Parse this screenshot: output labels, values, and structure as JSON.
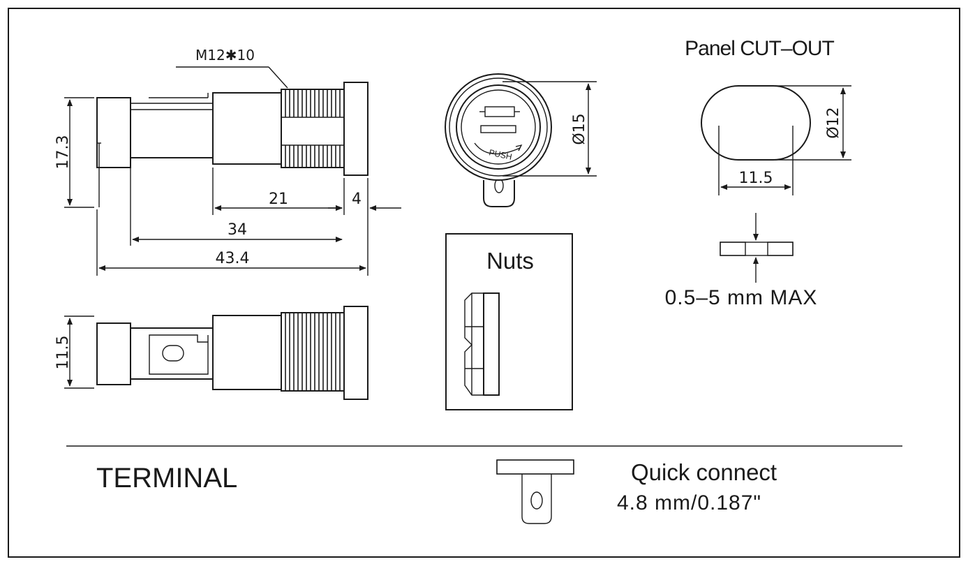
{
  "labels": {
    "thread": "M12✱10",
    "dim_height": "17.3",
    "dim_21": "21",
    "dim_4": "4",
    "dim_34": "34",
    "dim_434": "43.4",
    "dim_width": "11.5",
    "dia_15": "Ø15",
    "push": "PUSH",
    "nuts": "Nuts",
    "panel_cutout": "Panel CUT–OUT",
    "dia_12": "Ø12",
    "cutout_width": "11.5",
    "panel_thickness": "0.5–5 mm MAX",
    "terminal": "TERMINAL",
    "quick_connect": "Quick connect",
    "quick_connect_size": "4.8 mm/0.187\""
  }
}
